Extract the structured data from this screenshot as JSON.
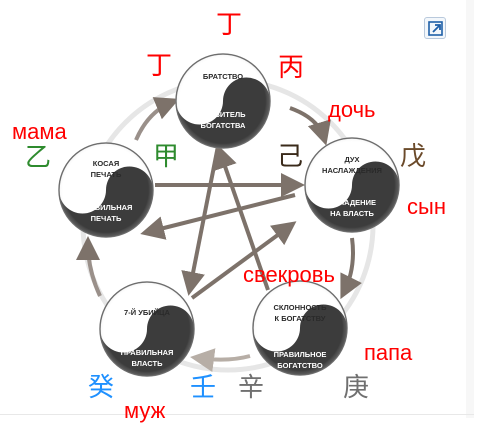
{
  "nodes": {
    "top": {
      "upper": [
        "БРАТСТВО"
      ],
      "lower": [
        "ГРАБИТЕЛЬ",
        "БОГАТСТВА"
      ]
    },
    "right": {
      "upper": [
        "ДУХ",
        "НАСЛАЖДЕНИЯ"
      ],
      "lower": [
        "НАПАДЕНИЕ",
        "НА ВЛАСТЬ"
      ]
    },
    "left": {
      "upper": [
        "КОСАЯ",
        "ПЕЧАТЬ"
      ],
      "lower": [
        "ПРАВИЛЬНАЯ",
        "ПЕЧАТЬ"
      ]
    },
    "bleft": {
      "upper": [
        "7-Й УБИЙЦА"
      ],
      "lower": [
        "ПРАВИЛЬНАЯ",
        "ВЛАСТЬ"
      ]
    },
    "bright": {
      "upper": [
        "СКЛОННОСТЬ",
        "К БОГАТСТВУ"
      ],
      "lower": [
        "ПРАВИЛЬНОЕ",
        "БОГАТСТВО"
      ]
    }
  },
  "stems": {
    "top_center": "丁",
    "top_left": "丁",
    "top_right": "丙",
    "right_left": "己",
    "right_right": "戊",
    "left_left": "乙",
    "left_right": "甲",
    "bottom_gui": "癸",
    "bottom_ren": "壬",
    "bottom_xin": "辛",
    "bottom_geng": "庚"
  },
  "relations": {
    "daughter": "дочь",
    "mother": "мама",
    "son": "сын",
    "mother_in_law": "свекровь",
    "father": "папа",
    "husband": "муж"
  },
  "colors": {
    "red": "#ff0000",
    "green": "#2e8b2e",
    "blue": "#1e90ff",
    "grey": "#707070",
    "brown": "#6b4a2a"
  },
  "icons": {
    "expand": "expand-arrow-icon"
  }
}
